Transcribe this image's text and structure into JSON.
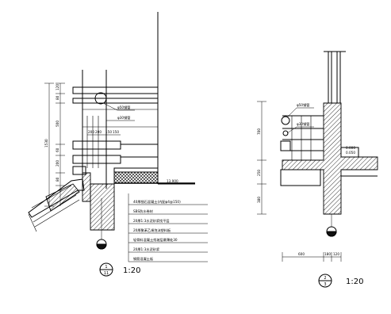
{
  "left_detail": {
    "dims_vertical": [
      "120",
      "80",
      "500",
      "60",
      "200",
      "80",
      "1530"
    ],
    "dims_top": [
      "200",
      "200",
      "150",
      "150"
    ],
    "elevation": "13.900",
    "callouts": [
      "φ50钢管",
      "φ30钢管"
    ],
    "layers": [
      "40厚细石混凝土(内配φ4@150)",
      "SBS防水卷材",
      "20厚1:3水泥砂浆找平层",
      "20厚聚苯乙烯泡沫塑料板",
      "轻骨料混凝土找坡层最薄处30",
      "20厚1:3水泥砂浆",
      "钢筋混凝土板"
    ],
    "label_top": "1",
    "label_bottom": "11",
    "scale": "1:20"
  },
  "right_detail": {
    "dims_vertical": [
      "700",
      "250",
      "380"
    ],
    "dims_bottom": [
      "600",
      "180",
      "120"
    ],
    "elevations": [
      "0.000",
      "0.050"
    ],
    "callouts": [
      "φ50钢管",
      "φ30钢管"
    ],
    "label_top": "2",
    "label_bottom": "3",
    "scale": "1:20"
  }
}
